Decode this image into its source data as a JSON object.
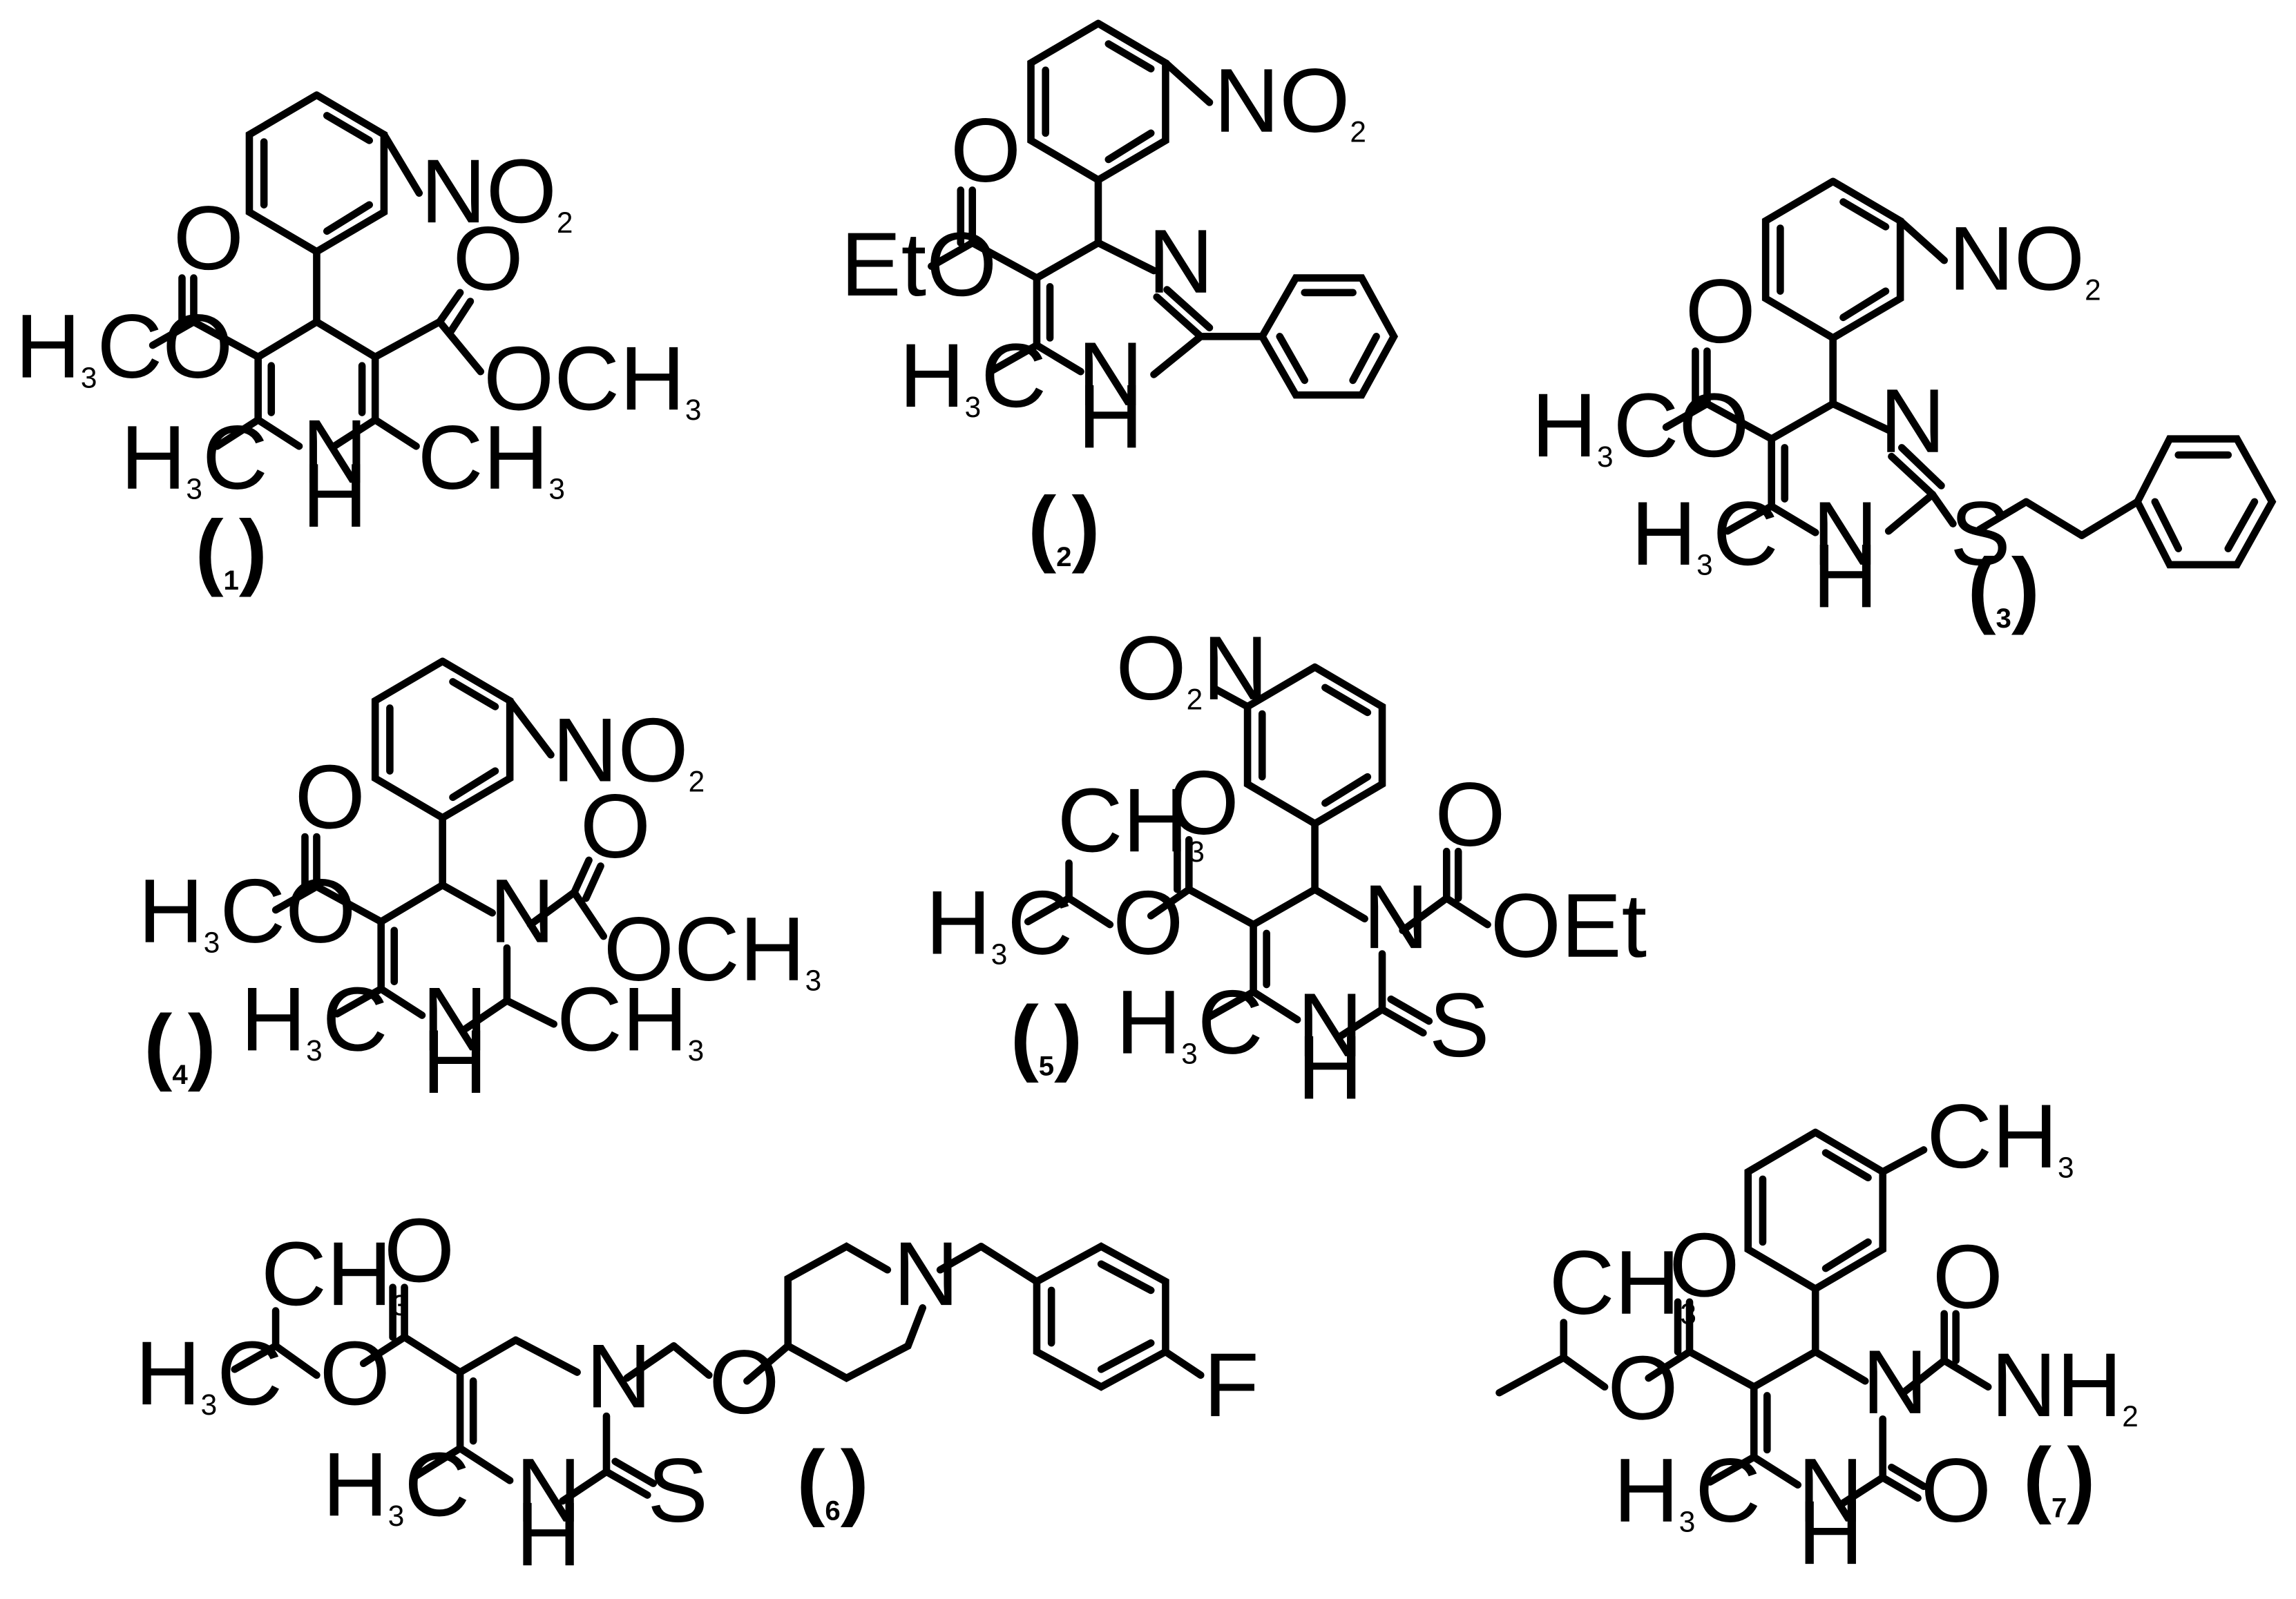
{
  "figure": {
    "compounds": [
      {
        "label": "(1)",
        "atoms": {
          "nitro": "NO2",
          "ester_left": "H3CO",
          "ester_right": "OCH3",
          "methyl_left": "H3C",
          "methyl_right": "CH3",
          "nh_n": "N",
          "nh_h": "H",
          "o_left": "O",
          "o_right": "O"
        }
      },
      {
        "label": "(2)",
        "atoms": {
          "nitro": "NO2",
          "ester": "EtO",
          "carbonyl": "O",
          "n3": "N",
          "nh_n": "N",
          "nh_h": "H",
          "methyl": "H3C"
        }
      },
      {
        "label": "(3)",
        "atoms": {
          "nitro": "NO2",
          "ester": "H3CO",
          "carbonyl": "O",
          "n3": "N",
          "nh_n": "N",
          "nh_h": "H",
          "methyl": "H3C",
          "sulfur": "S"
        }
      },
      {
        "label": "(4)",
        "atoms": {
          "nitro": "NO2",
          "ester_left": "H3CO",
          "o_left": "O",
          "n1": "N",
          "o_carbamate": "O",
          "carbamate": "OCH3",
          "methyl_left": "H3C",
          "methyl_right": "CH3",
          "nh_n": "N",
          "nh_h": "H"
        }
      },
      {
        "label": "(5)",
        "atoms": {
          "nitro": "O2N",
          "isopropyl_methyl": "CH3",
          "isopropyl": "H3C",
          "ester_o": "O",
          "carbonyl": "O",
          "n1": "N",
          "o_carbamate": "O",
          "carbamate": "OEt",
          "methyl": "H3C",
          "nh_n": "N",
          "nh_h": "H",
          "thione": "S"
        }
      },
      {
        "label": "(6)",
        "atoms": {
          "isopropyl_methyl": "CH3",
          "isopropyl": "H3C",
          "ester_o": "O",
          "carbonyl": "O",
          "n1": "N",
          "ether_o": "O",
          "piperidine_n": "N",
          "fluoro": "F",
          "methyl": "H3C",
          "nh_n": "N",
          "nh_h": "H",
          "thione": "S"
        }
      },
      {
        "label": "(7)",
        "atoms": {
          "aryl_methyl": "CH3",
          "isopropyl_methyl": "CH3",
          "ester_o": "O",
          "carbonyl": "O",
          "n1": "N",
          "o_amide": "O",
          "amide": "NH2",
          "methyl": "H3C",
          "nh_n": "N",
          "nh_h": "H",
          "urea_o": "O"
        }
      }
    ]
  }
}
